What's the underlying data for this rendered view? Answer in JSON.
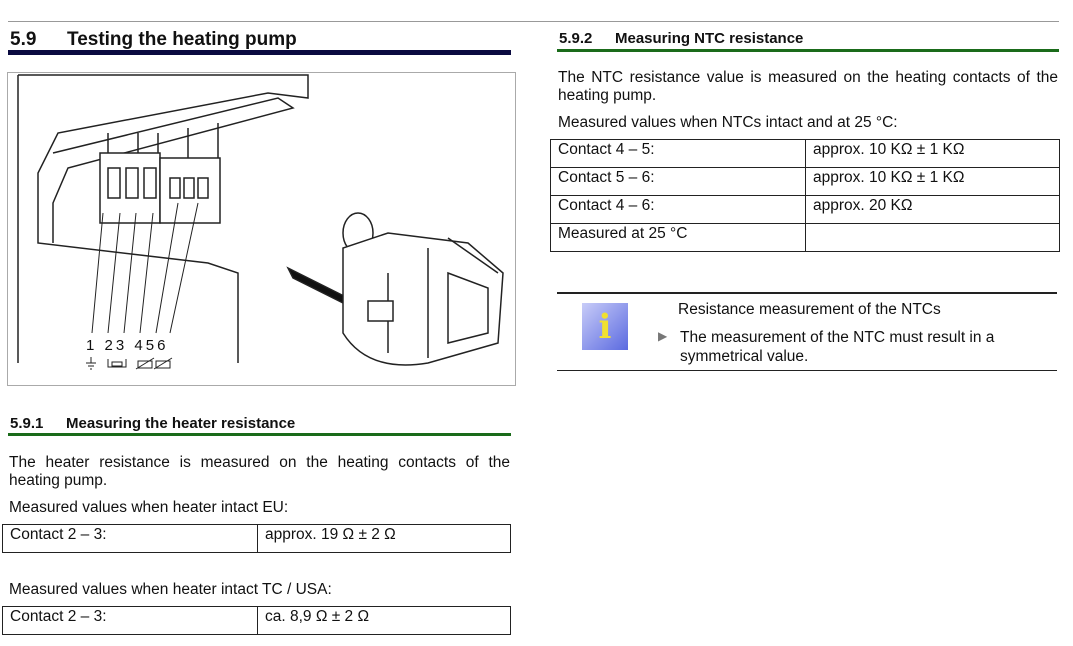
{
  "left": {
    "section": {
      "number": "5.9",
      "title": "Testing the heating pump"
    },
    "figure": {
      "terminals": [
        "1",
        "2",
        "3",
        "4",
        "5",
        "6"
      ]
    },
    "subsection": {
      "number": "5.9.1",
      "title": "Measuring the heater resistance"
    },
    "intro": "The heater resistance is measured on the heating contacts of the heating pump.",
    "eu_label": "Measured values when heater intact EU:",
    "eu_table": [
      [
        "Contact 2 – 3:",
        "approx. 19 Ω ± 2 Ω"
      ]
    ],
    "us_label": "Measured values when heater intact TC / USA:",
    "us_table": [
      [
        "Contact 2 – 3:",
        "ca. 8,9 Ω ± 2 Ω"
      ]
    ]
  },
  "right": {
    "subsection": {
      "number": "5.9.2",
      "title": "Measuring NTC resistance"
    },
    "intro": "The NTC resistance value is measured on the heating contacts of the heating pump.",
    "values_label": "Measured values when NTCs intact and at 25 °C:",
    "table": [
      [
        "Contact 4 – 5:",
        "approx. 10 KΩ ± 1 KΩ"
      ],
      [
        "Contact 5 – 6:",
        "approx. 10 KΩ ± 1 KΩ"
      ],
      [
        "Contact 4 – 6:",
        "approx. 20 KΩ"
      ],
      [
        "Measured at 25 °C",
        ""
      ]
    ],
    "note": {
      "icon": "i",
      "title": "Resistance measurement of the NTCs",
      "bullet": "The measurement of the NTC must result in a symmetrical value."
    }
  }
}
